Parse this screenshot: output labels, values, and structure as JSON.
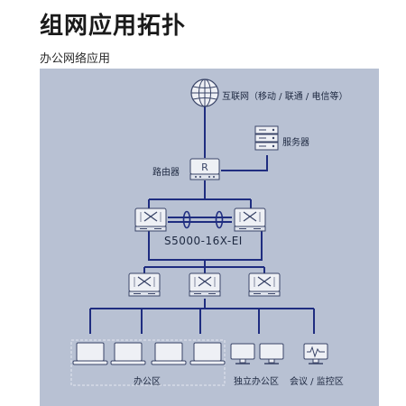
{
  "header": {
    "title": "组网应用拓扑",
    "subtitle": "办公网络应用"
  },
  "nodes": {
    "internet_label": "互联网（移动 / 联通 / 电信等）",
    "server_label": "服务器",
    "router_label": "路由器",
    "core_switch_model": "S5000-16X-EI",
    "office_label": "办公区",
    "standalone_office_label": "独立办公区",
    "meeting_label": "会议 / 监控区"
  },
  "colors": {
    "panel": "#b8c1d3",
    "line": "#1f2d80",
    "device": "#eef0f5",
    "device_stroke": "#3a4568"
  }
}
